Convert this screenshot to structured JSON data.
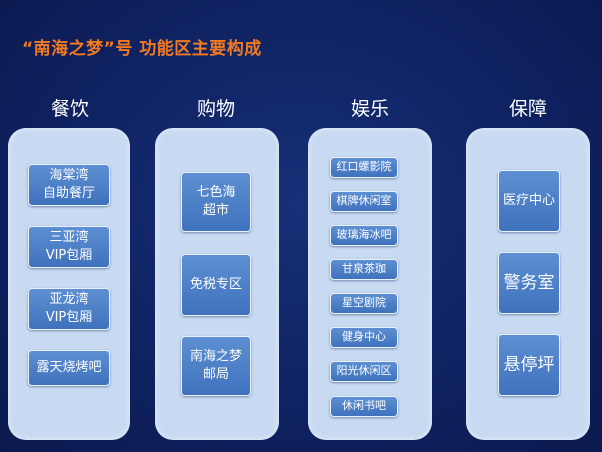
{
  "title": "“南海之梦”号 功能区主要构成",
  "columns": [
    {
      "header": "餐饮",
      "items": [
        "海棠湾\n自助餐厅",
        "三亚湾\nVIP包厢",
        "亚龙湾\nVIP包厢",
        "露天烧烤吧"
      ]
    },
    {
      "header": "购物",
      "items": [
        "七色海\n超市",
        "免税专区",
        "南海之梦\n邮局"
      ]
    },
    {
      "header": "娱乐",
      "items": [
        "红口螺影院",
        "棋牌休闲室",
        "玻璃海冰吧",
        "甘泉茶珈",
        "星空剧院",
        "健身中心",
        "阳光休闲区",
        "休闲书吧"
      ]
    },
    {
      "header": "保障",
      "items": [
        "医疗中心",
        "警务室",
        "悬停坪"
      ]
    }
  ],
  "colors": {
    "background": "#0f2262",
    "title": "#f07a22",
    "panel": "#c8daf2",
    "item": "#4a7fc6"
  }
}
